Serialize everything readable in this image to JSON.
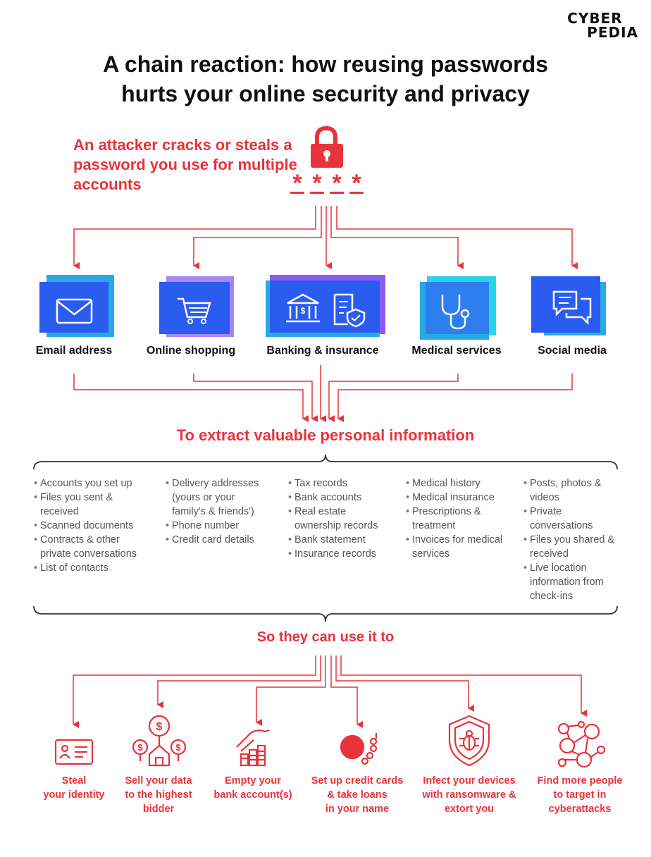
{
  "logo": {
    "line1": "CYBER",
    "line2": "PEDIA"
  },
  "title": {
    "line1": "A chain reaction: how reusing passwords",
    "line2": "hurts your online security and privacy"
  },
  "attacker_text": "An attacker cracks or steals a password you use for multiple accounts",
  "password_mask": [
    "*",
    "*",
    "*",
    "*"
  ],
  "services": [
    {
      "label": "Email address",
      "icon": "envelope-icon"
    },
    {
      "label": "Online shopping",
      "icon": "shopping-cart-icon"
    },
    {
      "label": "Banking & insurance",
      "icon": "bank-document-icon"
    },
    {
      "label": "Medical services",
      "icon": "stethoscope-icon"
    },
    {
      "label": "Social media",
      "icon": "chat-bubbles-icon"
    }
  ],
  "extract_heading": "To extract valuable personal information",
  "info_columns": [
    [
      "Accounts you set up",
      "Files you sent & received",
      "Scanned documents",
      "Contracts & other private conversations",
      "List of contacts"
    ],
    [
      "Delivery addresses (yours or your family's & friends')",
      "Phone number",
      "Credit card details"
    ],
    [
      "Tax records",
      "Bank accounts",
      "Real estate ownership records",
      "Bank statement",
      "Insurance records"
    ],
    [
      "Medical history",
      "Medical insurance",
      "Prescriptions & treatment",
      "Invoices for medical services"
    ],
    [
      "Posts, photos & videos",
      "Private conversations",
      "Files you shared & received",
      "Live location information from check-ins"
    ]
  ],
  "use_heading": "So they can use it to",
  "outcomes": [
    {
      "label": [
        "Steal",
        "your identity"
      ],
      "icon": "id-card-icon"
    },
    {
      "label": [
        "Sell your data",
        "to the highest",
        "bidder"
      ],
      "icon": "money-house-icon"
    },
    {
      "label": [
        "Empty your",
        "bank account(s)"
      ],
      "icon": "hand-coins-icon"
    },
    {
      "label": [
        "Set up credit cards",
        "& take loans",
        "in your name"
      ],
      "icon": "ball-chain-icon"
    },
    {
      "label": [
        "Infect your devices",
        "with ransomware &",
        "extort you"
      ],
      "icon": "shield-bug-icon"
    },
    {
      "label": [
        "Find more people",
        "to target in",
        "cyberattacks"
      ],
      "icon": "people-network-icon"
    }
  ],
  "colors": {
    "accent": "#e8333a",
    "blue": "#2b5cf0",
    "cyan": "#29a9e8",
    "purple": "#8a5cf0",
    "text": "#222222"
  }
}
